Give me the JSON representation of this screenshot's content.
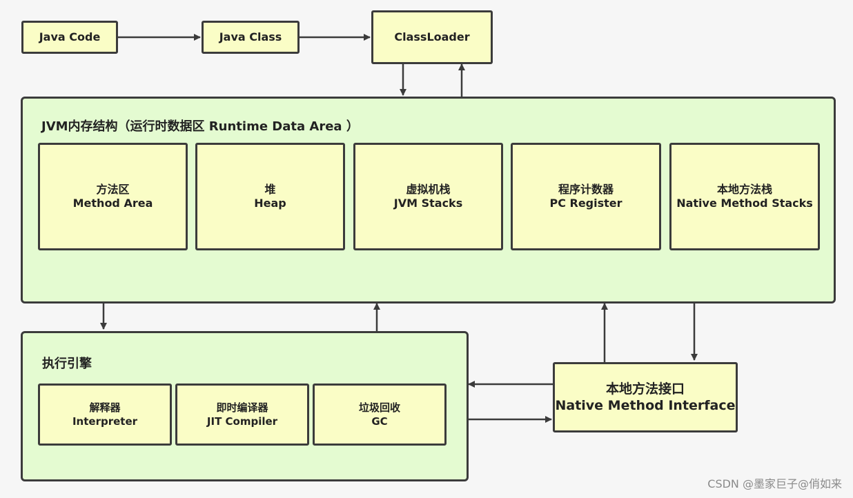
{
  "top": {
    "java_code": "Java Code",
    "java_class": "Java Class",
    "class_loader": "ClassLoader"
  },
  "runtime": {
    "title": "JVM内存结构（运行时数据区 Runtime Data Area ）",
    "areas": [
      {
        "cn": "方法区",
        "en": "Method Area"
      },
      {
        "cn": "堆",
        "en": "Heap"
      },
      {
        "cn": "虚拟机栈",
        "en": "JVM Stacks"
      },
      {
        "cn": "程序计数器",
        "en": "PC Register"
      },
      {
        "cn": "本地方法栈",
        "en": "Native Method Stacks"
      }
    ]
  },
  "engine": {
    "title": "执行引擎",
    "parts": [
      {
        "cn": "解释器",
        "en": "Interpreter"
      },
      {
        "cn": "即时编译器",
        "en": "JIT Compiler"
      },
      {
        "cn": "垃圾回收",
        "en": "GC"
      }
    ]
  },
  "native_interface": {
    "cn": "本地方法接口",
    "en": "Native Method Interface"
  },
  "watermark": "CSDN @墨家巨子@俏如来",
  "colors": {
    "box_fill": "#fafdc6",
    "group_fill": "#e4fbd1",
    "stroke": "#3b3b3b",
    "background": "#f6f6f6"
  }
}
